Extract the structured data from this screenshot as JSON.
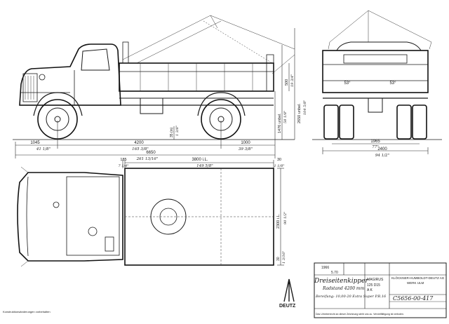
{
  "side_view": {
    "dims": {
      "length_total": "6650",
      "length_total_in": "261 13/16\"",
      "wheelbase": "4200",
      "wheelbase_in": "165 3/8\"",
      "front_overhang": "1045",
      "front_overhang_in": "41 1/8\"",
      "rear_overhang": "1000",
      "rear_overhang_in": "39 3/8\"",
      "ground_clearance": "35 (in)",
      "ground_clearance_in": "1 3/8\"",
      "cab_height": "1476 unbel.",
      "cab_height_in": "58 1/8\"",
      "body_height": "500",
      "body_height_in": "19 3/4\"",
      "total_height": "2650 unbel.",
      "total_height_in": "104 5/8\""
    }
  },
  "rear_view": {
    "dims": {
      "track": "1965",
      "track_in": "77\"",
      "width": "2400",
      "width_in": "94 1/2\"",
      "tilt_angle_left": "53°",
      "tilt_angle_right": "53°"
    }
  },
  "top_view": {
    "dims": {
      "bed_length": "3800 i.L.",
      "bed_length_in": "149 5/8\"",
      "bed_width": "2300 i.L.",
      "bed_width_in": "90 1/2\"",
      "cab_offset": "185",
      "cab_offset_in": "7 1/4\"",
      "bed_top_gap": "30",
      "bed_top_gap_in": "1 1/8\"",
      "side_gap": "30",
      "side_gap_in": "1 3/16\""
    }
  },
  "title_block": {
    "title": "Dreiseitenkipper",
    "subtitle": "Radstand 4200 mm",
    "tyres": "Bereifung: 10,00-20 Extra Super P.R.16",
    "date_label": "1966",
    "scale": "5.70",
    "model": "MAGIRUS",
    "model_sub": "125 D15",
    "model_type": "A K",
    "company": "KLÖCKNER-HUMBOLDT-DEUTZ AG",
    "location": "WERK ULM",
    "drawing_number": "C5656-00-417",
    "logo_text": "DEUTZ",
    "small_note": "Konstruktionsänderungen vorbehalten",
    "footer_text": "Das Urheberrecht an dieser Zeichnung steht uns zu. Vervielfältigung ist verboten."
  },
  "colors": {
    "ink": "#1a1a1a",
    "paper": "#ffffff"
  }
}
